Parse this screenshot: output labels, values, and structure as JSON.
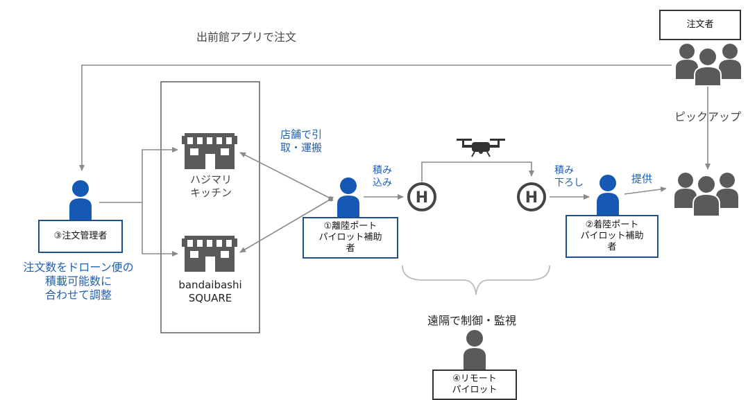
{
  "labels": {
    "order_app": "出前館アプリで注文",
    "orderer_box": "注文者",
    "pickup": "ピックアップ",
    "store_pickup": "店舗で引\n取・運搬",
    "load": "積み\n込み",
    "unload": "積み\n下ろし",
    "provide": "提供",
    "store1": "ハジマリ\nキッチン",
    "store2": "bandaibashi\nSQUARE",
    "manager_box": "③注文管理者",
    "manager_note": "注文数をドローン便の\n積載可能数に\n合わせて調整",
    "takeoff_box": "①離陸ポート\nパイロット補助\n者",
    "landing_box": "②着陸ポート\nパイロット補助\n者",
    "remote_control": "遠隔で制御・監視",
    "remote_box": "④リモート\nパイロット",
    "helipad": "H"
  },
  "colors": {
    "person_blue": "#1659b4",
    "person_gray": "#5a5a5a",
    "line_gray": "#8a8a8a",
    "text_blue": "#1f5fb4",
    "box_border": "#1f4e8c"
  }
}
